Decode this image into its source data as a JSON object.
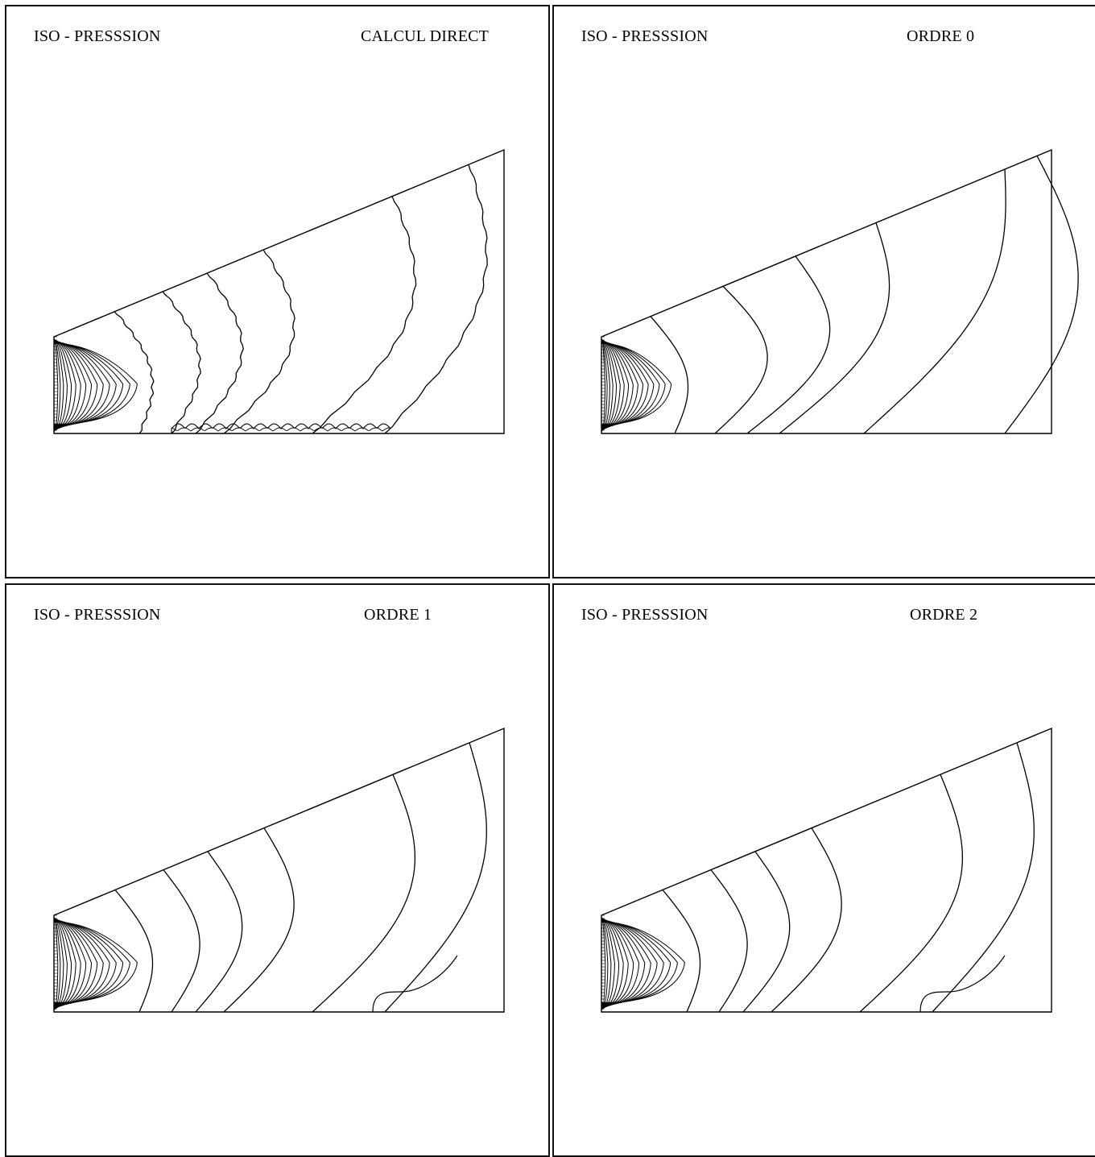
{
  "panels": [
    {
      "title": "ISO - PRESSSION",
      "label": "CALCUL  DIRECT",
      "mode": "direct"
    },
    {
      "title": "ISO - PRESSSION",
      "label": "ORDRE  0",
      "mode": "order0"
    },
    {
      "title": "ISO - PRESSSION",
      "label": "ORDRE  1",
      "mode": "order1"
    },
    {
      "title": "ISO - PRESSSION",
      "label": "ORDRE  2",
      "mode": "order2"
    }
  ],
  "colors": {
    "line": "#000000",
    "frame": "#111111",
    "background": "#ffffff"
  }
}
